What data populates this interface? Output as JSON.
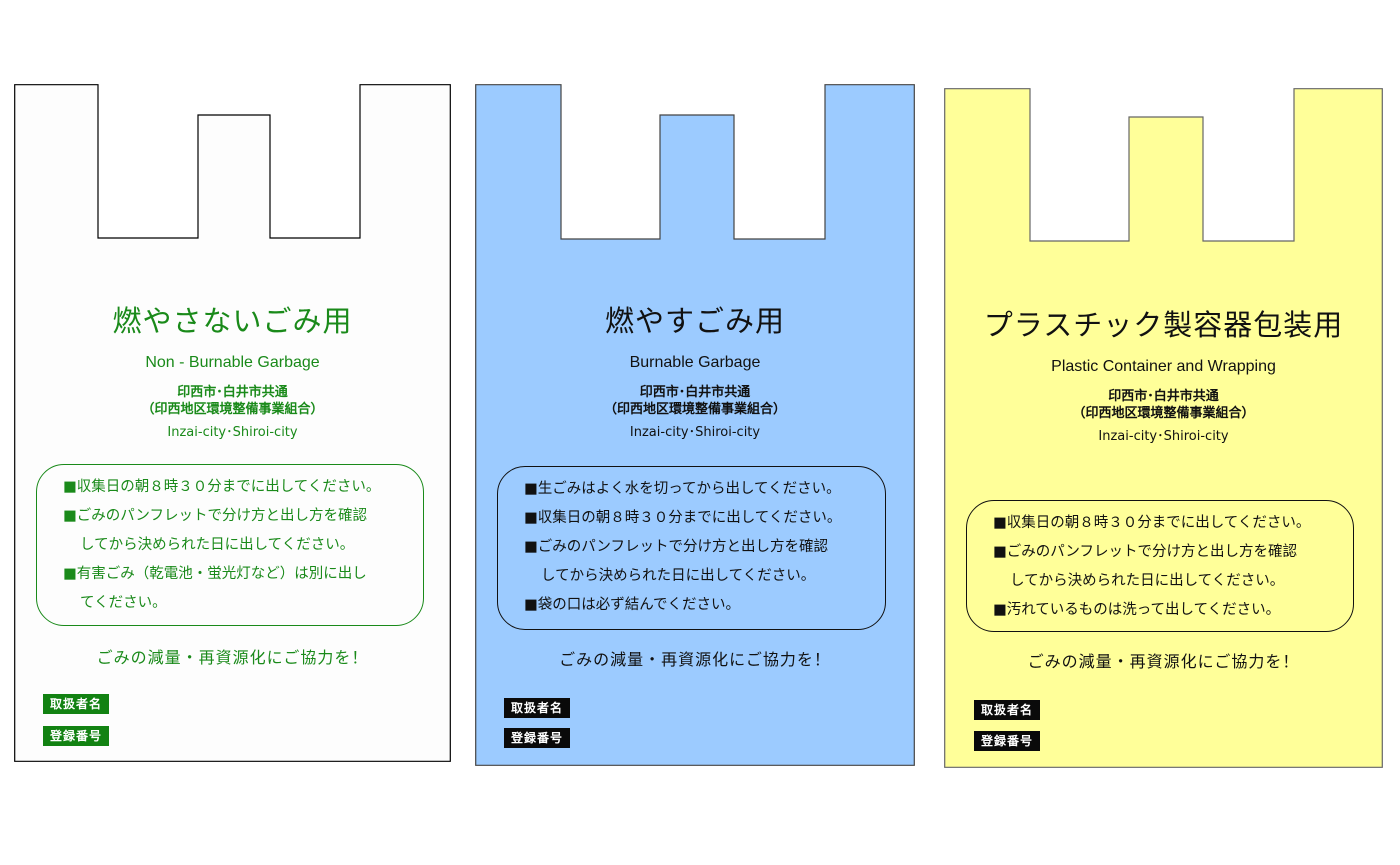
{
  "bags": [
    {
      "title": "燃やさないごみ用",
      "subtitle": "Non - Burnable   Garbage",
      "municipality_line1": "印西市･白井市共通",
      "municipality_line2": "（印西地区環境整備事業組合）",
      "cities": "Inzai-city･Shiroi-city",
      "notes": [
        [
          "■収集日の朝８時３０分までに出してください。"
        ],
        [
          "■ごみのパンフレットで分け方と出し方を確認",
          "してから決められた日に出してください。"
        ],
        [
          "■有害ごみ（乾電池・蛍光灯など）は別に出し",
          "てください。"
        ]
      ],
      "slogan": "ごみの減量・再資源化にご協力を！",
      "label_handler": "取扱者名",
      "label_registration": "登録番号",
      "colors": {
        "bag": "#fdfdfd",
        "text": "#1a8a1a",
        "label_bg": "#128212"
      }
    },
    {
      "title": "燃やすごみ用",
      "subtitle": "Burnable   Garbage",
      "municipality_line1": "印西市･白井市共通",
      "municipality_line2": "（印西地区環境整備事業組合）",
      "cities": "Inzai-city･Shiroi-city",
      "notes": [
        [
          "■生ごみはよく水を切ってから出してください。"
        ],
        [
          "■収集日の朝８時３０分までに出してください。"
        ],
        [
          "■ごみのパンフレットで分け方と出し方を確認",
          "してから決められた日に出してください。"
        ],
        [
          "■袋の口は必ず結んでください。"
        ]
      ],
      "slogan": "ごみの減量・再資源化にご協力を！",
      "label_handler": "取扱者名",
      "label_registration": "登録番号",
      "colors": {
        "bag": "#9ccbff",
        "text": "#111111",
        "label_bg": "#0a0a0a"
      }
    },
    {
      "title": "プラスチック製容器包装用",
      "subtitle": "Plastic Container and Wrapping",
      "municipality_line1": "印西市･白井市共通",
      "municipality_line2": "（印西地区環境整備事業組合）",
      "cities": "Inzai-city･Shiroi-city",
      "notes": [
        [
          "■収集日の朝８時３０分までに出してください。"
        ],
        [
          "■ごみのパンフレットで分け方と出し方を確認",
          "してから決められた日に出してください。"
        ],
        [
          "■汚れているものは洗って出してください。"
        ]
      ],
      "slogan": "ごみの減量・再資源化にご協力を！",
      "label_handler": "取扱者名",
      "label_registration": "登録番号",
      "colors": {
        "bag": "#ffff99",
        "text": "#111111",
        "label_bg": "#0a0a0a"
      }
    }
  ]
}
